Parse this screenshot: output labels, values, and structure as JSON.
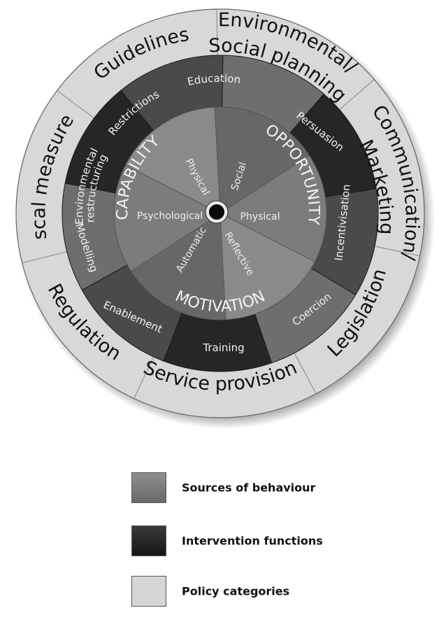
{
  "policy_categories": [
    {
      "label": "Environmental/"
    },
    {
      "label": "Social planning"
    },
    {
      "label": "Communication/"
    },
    {
      "label": "Marketing"
    },
    {
      "label": "Legislation"
    },
    {
      "label": "Service provision"
    },
    {
      "label": "Regulation"
    },
    {
      "label": "Fiscal measures"
    },
    {
      "label": "Guidelines"
    }
  ],
  "intervention_functions": [
    {
      "label": "Education"
    },
    {
      "label": "Persuasion"
    },
    {
      "label": "Incentivisation"
    },
    {
      "label": "Coercion"
    },
    {
      "label": "Training"
    },
    {
      "label": "Enablement"
    },
    {
      "label": "Modelling"
    },
    {
      "label": "Environmental"
    },
    {
      "label": "restructuring"
    },
    {
      "label": "Restrictions"
    }
  ],
  "sources": {
    "capability": "CAPABILITY",
    "opportunity": "OPPORTUNITY",
    "motivation": "MOTIVATION",
    "components": {
      "social": "Social",
      "physical_opportunity": "Physical",
      "reflective": "Reflective",
      "automatic": "Automatic",
      "psychological": "Psychological",
      "physical_capability": "Physical"
    }
  },
  "legend": [
    {
      "label": "Sources of behaviour",
      "color": "#7c7c7c"
    },
    {
      "label": "Intervention functions",
      "color": "#262626"
    },
    {
      "label": "Policy categories",
      "color": "#d6d6d6"
    }
  ],
  "colors": {
    "policy_fill": "#d8d8d8",
    "intervention_dark": "#262626",
    "intervention_mid": "#4a4a4a",
    "intervention_light": "#6e6e6e",
    "source_light": "#8a8a8a",
    "source_dark": "#676767",
    "source_mid": "#7c7c7c"
  }
}
